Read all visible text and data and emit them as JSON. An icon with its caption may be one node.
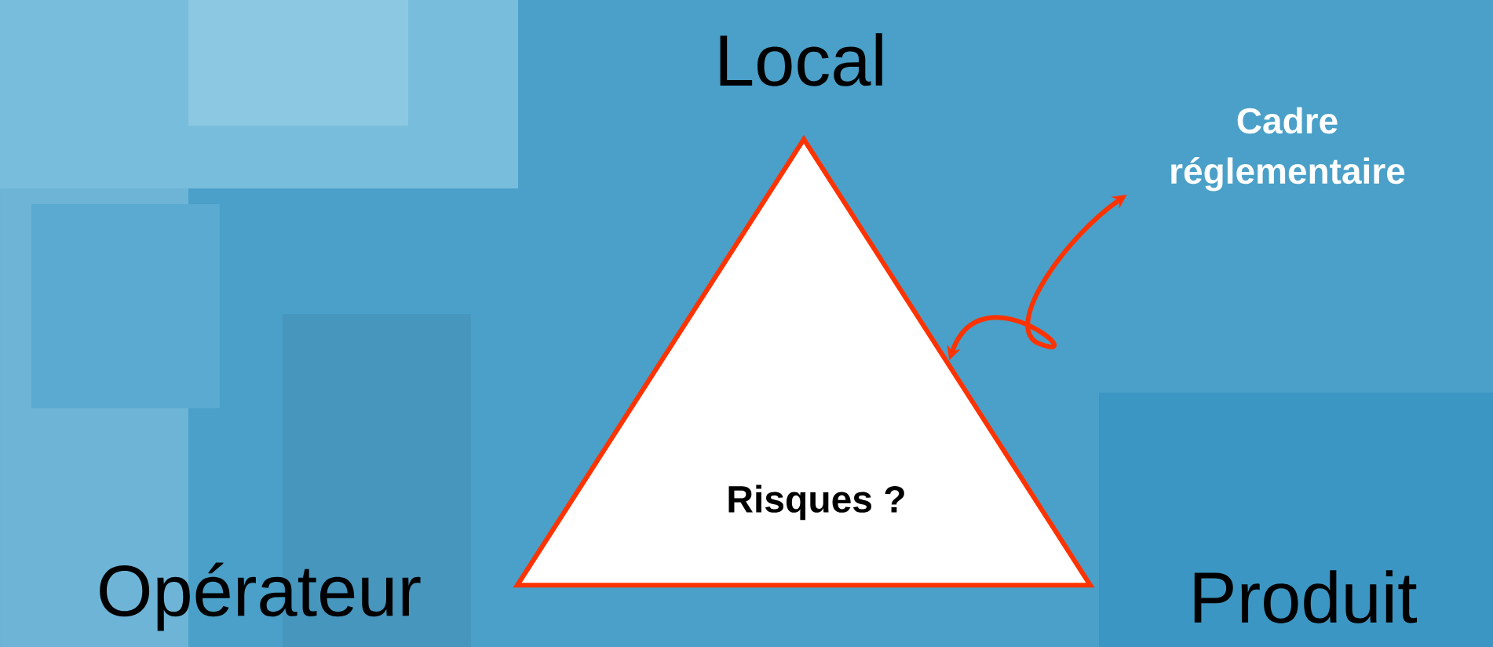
{
  "diagram": {
    "nodes": [
      {
        "text": [
          "Risques ?"
        ]
      },
      {
        "text": [
          "Cadre réglementaire"
        ]
      }
    ],
    "edges": [
      {
        "from": 0,
        "to": 1,
        "arrow": "both",
        "color": "#ff3300"
      }
    ],
    "labels": [
      "Local",
      "Opérateur",
      "Produit"
    ]
  }
}
